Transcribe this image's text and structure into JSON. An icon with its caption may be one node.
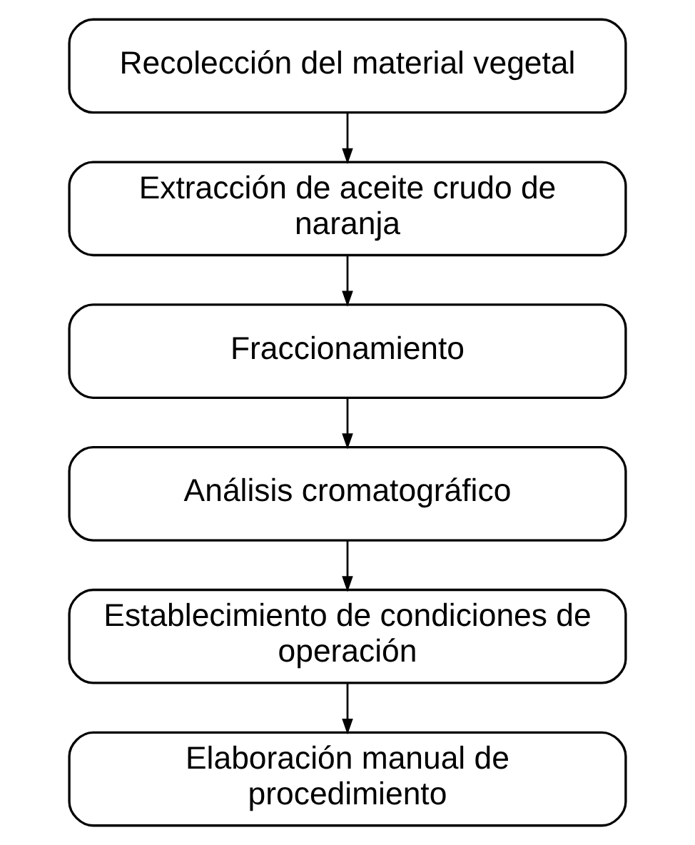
{
  "diagram": {
    "nodes": [
      {
        "text": [
          "Recolección del material vegetal"
        ]
      },
      {
        "text": [
          "Extracción de aceite crudo de naranja"
        ]
      },
      {
        "text": [
          "Fraccionamiento"
        ]
      },
      {
        "text": [
          "Análisis cromatográfico"
        ]
      },
      {
        "text": [
          "Establecimiento de condiciones de operación"
        ]
      },
      {
        "text": [
          "Elaboración manual de procedimiento"
        ]
      }
    ],
    "edges": [
      {
        "from": 0,
        "to": 1,
        "arrow": "to"
      },
      {
        "from": 1,
        "to": 2,
        "arrow": "to"
      },
      {
        "from": 2,
        "to": 3,
        "arrow": "to"
      },
      {
        "from": 3,
        "to": 4,
        "arrow": "to"
      },
      {
        "from": 4,
        "to": 5,
        "arrow": "to"
      }
    ]
  }
}
